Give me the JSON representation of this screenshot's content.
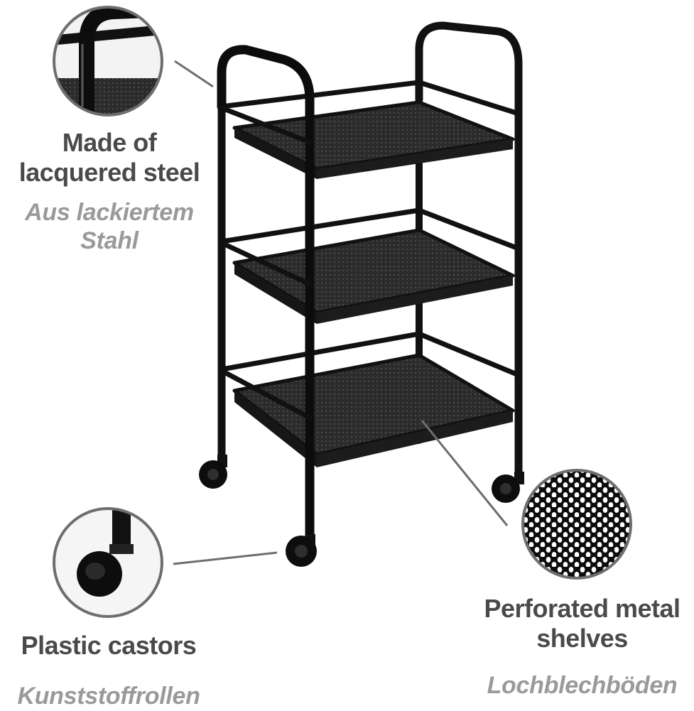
{
  "callouts": {
    "steel": {
      "english": "Made of lacquered steel",
      "english_lines": [
        "Made of",
        "lacquered steel"
      ],
      "german_lines": [
        "Aus lackiertem",
        "Stahl"
      ]
    },
    "castors": {
      "english": "Plastic castors",
      "german": "Kunststoffrollen"
    },
    "shelves": {
      "english_lines": [
        "Perforated metal",
        "shelves"
      ],
      "german": "Lochblechböden"
    }
  },
  "colors": {
    "frame": "#111111",
    "shelf": "#2a2a2a",
    "callout_ring": "#6e6e6e",
    "english_text": "#4a4a4a",
    "german_text": "#9a9a9a"
  }
}
